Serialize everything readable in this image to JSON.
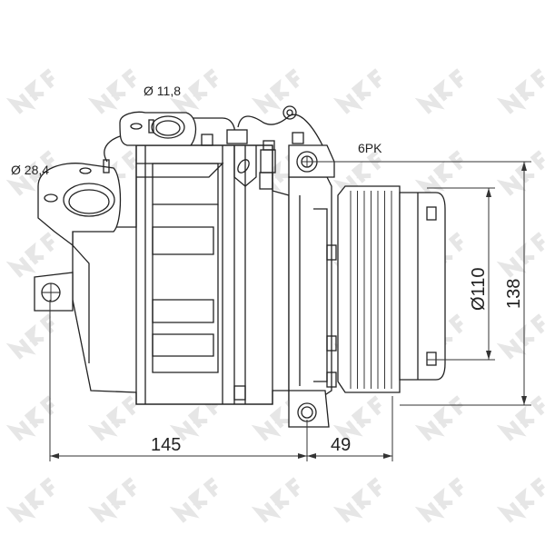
{
  "watermark": {
    "text": "NRF",
    "color": "#e0e0e0"
  },
  "labels": {
    "suction_port": "Ø 11,8",
    "discharge_port": "Ø 28,4",
    "belt_type": "6PK",
    "pulley_diameter": "Ø110",
    "overall_height": "138",
    "body_length": "145",
    "pulley_offset": "49"
  },
  "colors": {
    "line": "#222222",
    "background": "#ffffff"
  }
}
